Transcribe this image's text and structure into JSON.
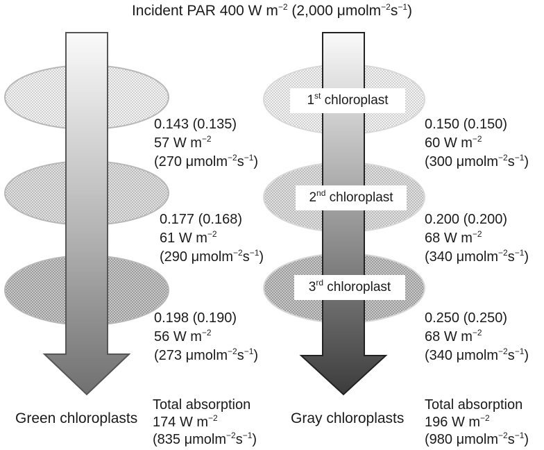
{
  "title": {
    "prefix": "Incident PAR 400 W m",
    "exp1": "−2",
    "middle": " (2,000 μmolm",
    "exp2": "−2",
    "s": "s",
    "exp3": "−1",
    "suffix": ")"
  },
  "units": {
    "wm": "W m",
    "umol": "μmolm",
    "s": "s",
    "neg2": "−2",
    "neg1": "−1",
    "open": "(",
    "close": ")"
  },
  "green": {
    "label": "Green chloroplasts",
    "layers": [
      {
        "fraction": "0.143 (0.135)",
        "w": "57",
        "umol": "270"
      },
      {
        "fraction": "0.177 (0.168)",
        "w": "61",
        "umol": "290"
      },
      {
        "fraction": "0.198 (0.190)",
        "w": "56",
        "umol": "273"
      }
    ],
    "total": {
      "heading": "Total absorption",
      "w": "174",
      "umol": "835"
    }
  },
  "gray": {
    "label": "Gray chloroplasts",
    "layers": [
      {
        "fraction": "0.150 (0.150)",
        "w": "60",
        "umol": "300",
        "name_num": "1",
        "name_sup": "st",
        "name_text": " chloroplast"
      },
      {
        "fraction": "0.200 (0.200)",
        "w": "68",
        "umol": "340",
        "name_num": "2",
        "name_sup": "nd",
        "name_text": " chloroplast"
      },
      {
        "fraction": "0.250 (0.250)",
        "w": "68",
        "umol": "340",
        "name_num": "3",
        "name_sup": "rd",
        "name_text": " chloroplast"
      }
    ],
    "total": {
      "heading": "Total absorption",
      "w": "196",
      "umol": "980"
    }
  }
}
